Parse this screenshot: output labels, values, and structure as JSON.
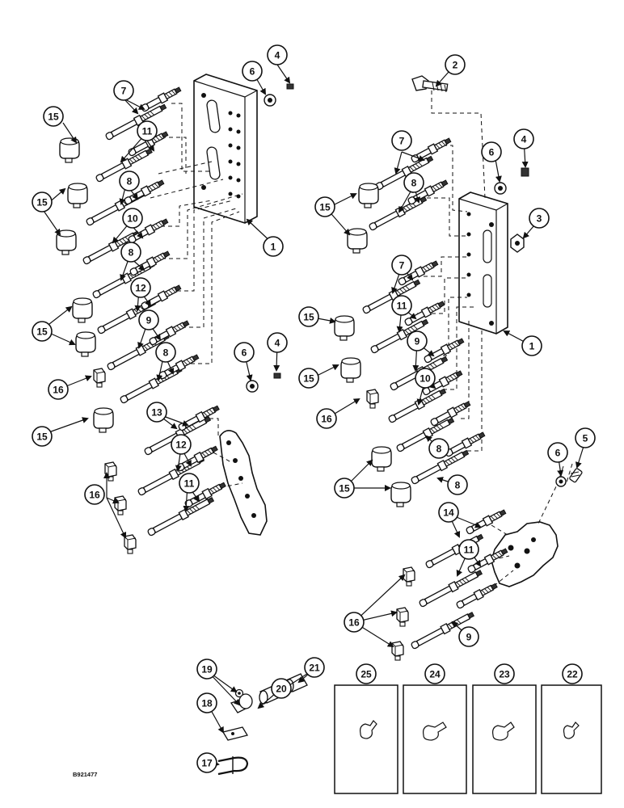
{
  "drawing_code": "B921477",
  "callouts": {
    "c1": "1",
    "c2": "2",
    "c3": "3",
    "c4": "4",
    "c5": "5",
    "c6": "6",
    "c7": "7",
    "c8": "8",
    "c9": "9",
    "c10": "10",
    "c11": "11",
    "c12": "12",
    "c13": "13",
    "c14": "14",
    "c15": "15",
    "c16": "16",
    "c17": "17",
    "c18": "18",
    "c19": "19",
    "c20": "20",
    "c21": "21",
    "c22": "22",
    "c23": "23",
    "c24": "24",
    "c25": "25"
  }
}
